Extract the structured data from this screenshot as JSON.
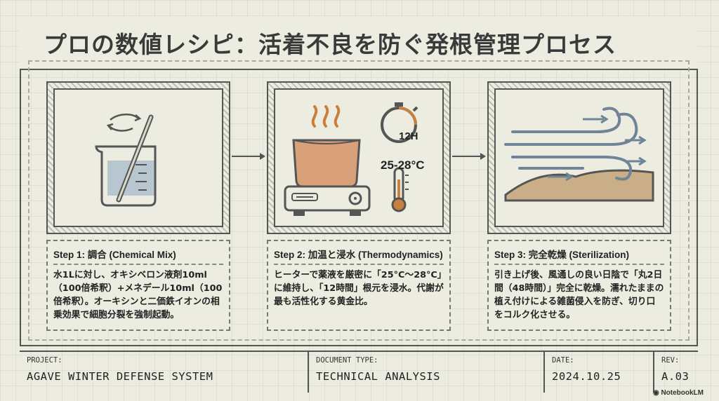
{
  "title": "プロの数値レシピ：活着不良を防ぐ発根管理プロセス",
  "steps": [
    {
      "heading": "Step 1: 調合 (Chemical Mix)",
      "body": "水1Lに対し、オキシベロン液剤10ml（100倍希釈）+メネデール10ml（100倍希釈）。オーキシンと二価鉄イオンの相乗効果で細胞分裂を強制起動。"
    },
    {
      "heading": "Step 2: 加温と浸水 (Thermodynamics)",
      "body": "ヒーターで薬液を厳密に「25°C〜28°C」に維持し、「12時間」根元を浸水。代謝が最も活性化する黄金比。",
      "timer_label": "12H",
      "temp_label": "25-28°C"
    },
    {
      "heading": "Step 3: 完全乾燥 (Sterilization)",
      "body": "引き上げ後、風通しの良い日陰で「丸2日間（48時間）」完全に乾燥。濡れたままの植え付けによる雑菌侵入を防ぎ、切り口をコルク化させる。"
    }
  ],
  "footer": {
    "project_label": "PROJECT:",
    "project_value": "AGAVE WINTER DEFENSE SYSTEM",
    "doctype_label": "DOCUMENT TYPE:",
    "doctype_value": "TECHNICAL ANALYSIS",
    "date_label": "DATE:",
    "date_value": "2024.10.25",
    "rev_label": "REV:",
    "rev_value": "A.03"
  },
  "brand": "NotebookLM",
  "colors": {
    "liquid": "#d9a079",
    "water": "#b8c7cf",
    "steam": "#c8803e",
    "wind": "#6f8496",
    "sand": "#c9ae88"
  }
}
